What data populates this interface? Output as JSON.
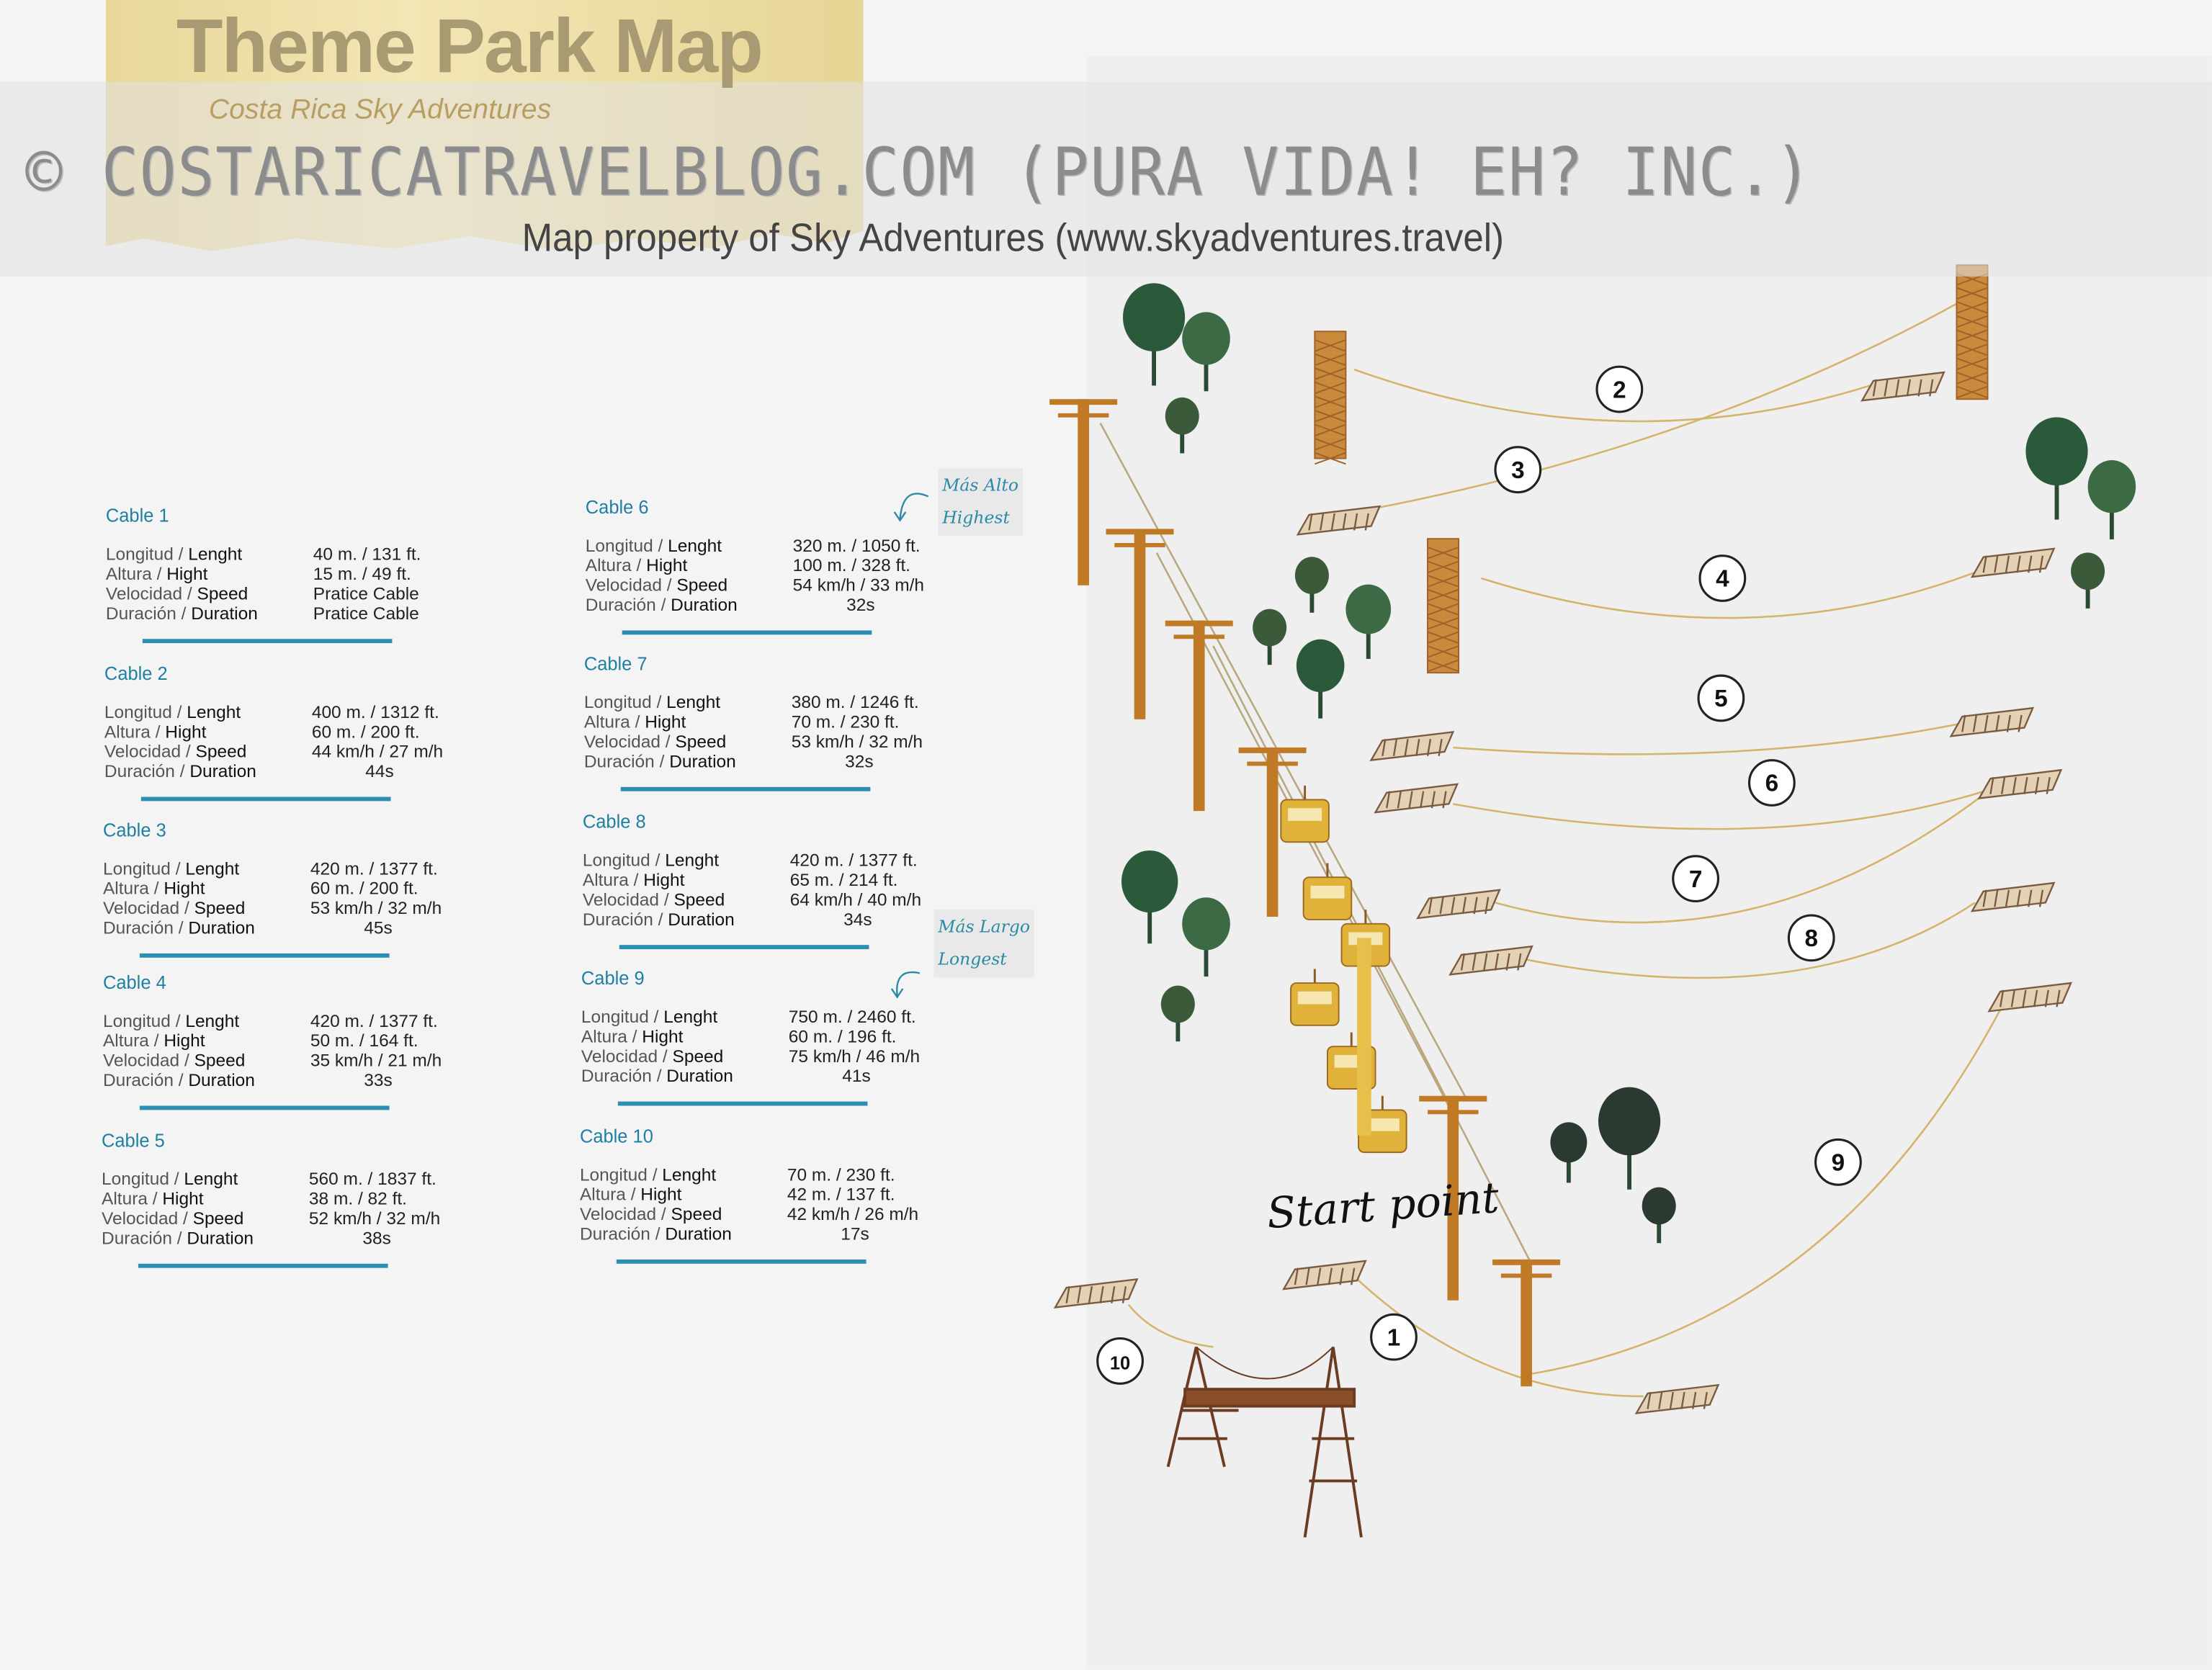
{
  "header": {
    "title": "Theme Park Map",
    "subtitle": "Costa Rica Sky Adventures",
    "watermark": "© COSTARICATRAVELBLOG.COM (PURA VIDA! EH? INC.)",
    "property_note": "Map property of Sky Adventures (www.skyadventures.travel)"
  },
  "labels": {
    "length": [
      "Longitud",
      "Lenght"
    ],
    "height": [
      "Altura",
      "Hight"
    ],
    "speed": [
      "Velocidad",
      "Speed"
    ],
    "duration": [
      "Duración",
      "Duration"
    ]
  },
  "cables": [
    {
      "title": "Cable 1",
      "length": "40 m. / 131 ft.",
      "height": "15 m. / 49 ft.",
      "speed": "Pratice Cable",
      "duration": "Pratice Cable"
    },
    {
      "title": "Cable 2",
      "length": "400 m. / 1312 ft.",
      "height": "60 m. / 200 ft.",
      "speed": "44 km/h / 27 m/h",
      "duration": "44s"
    },
    {
      "title": "Cable 3",
      "length": "420 m. / 1377 ft.",
      "height": "60 m. / 200 ft.",
      "speed": "53 km/h / 32 m/h",
      "duration": "45s"
    },
    {
      "title": "Cable 4",
      "length": "420 m. / 1377 ft.",
      "height": "50 m. / 164 ft.",
      "speed": "35 km/h / 21 m/h",
      "duration": "33s"
    },
    {
      "title": "Cable 5",
      "length": "560 m. / 1837 ft.",
      "height": "38 m. / 82 ft.",
      "speed": "52 km/h / 32 m/h",
      "duration": "38s"
    },
    {
      "title": "Cable 6",
      "length": "320 m. / 1050 ft.",
      "height": "100 m. / 328 ft.",
      "speed": "54 km/h / 33 m/h",
      "duration": "32s"
    },
    {
      "title": "Cable 7",
      "length": "380 m. / 1246 ft.",
      "height": "70 m. / 230 ft.",
      "speed": "53 km/h / 32 m/h",
      "duration": "32s"
    },
    {
      "title": "Cable 8",
      "length": "420 m. / 1377 ft.",
      "height": "65 m. / 214 ft.",
      "speed": "64 km/h / 40 m/h",
      "duration": "34s"
    },
    {
      "title": "Cable 9",
      "length": "750 m. / 2460 ft.",
      "height": "60 m. / 196 ft.",
      "speed": "75 km/h / 46 m/h",
      "duration": "41s"
    },
    {
      "title": "Cable 10",
      "length": "70 m. / 230 ft.",
      "height": "42 m. / 137 ft.",
      "speed": "42 km/h / 26 m/h",
      "duration": "17s"
    }
  ],
  "notes": {
    "highest": [
      "Más Alto",
      "Highest"
    ],
    "longest": [
      "Más Largo",
      "Longest"
    ]
  },
  "map": {
    "start_label": "Start point",
    "markers": [
      "1",
      "2",
      "3",
      "4",
      "5",
      "6",
      "7",
      "8",
      "9",
      "10"
    ]
  },
  "colors": {
    "accent": "#2a8fb2",
    "tower": "#c07a25",
    "gondola": "#e0b23a",
    "tree": "#2f5a3c",
    "cable": "#d4b36a"
  }
}
